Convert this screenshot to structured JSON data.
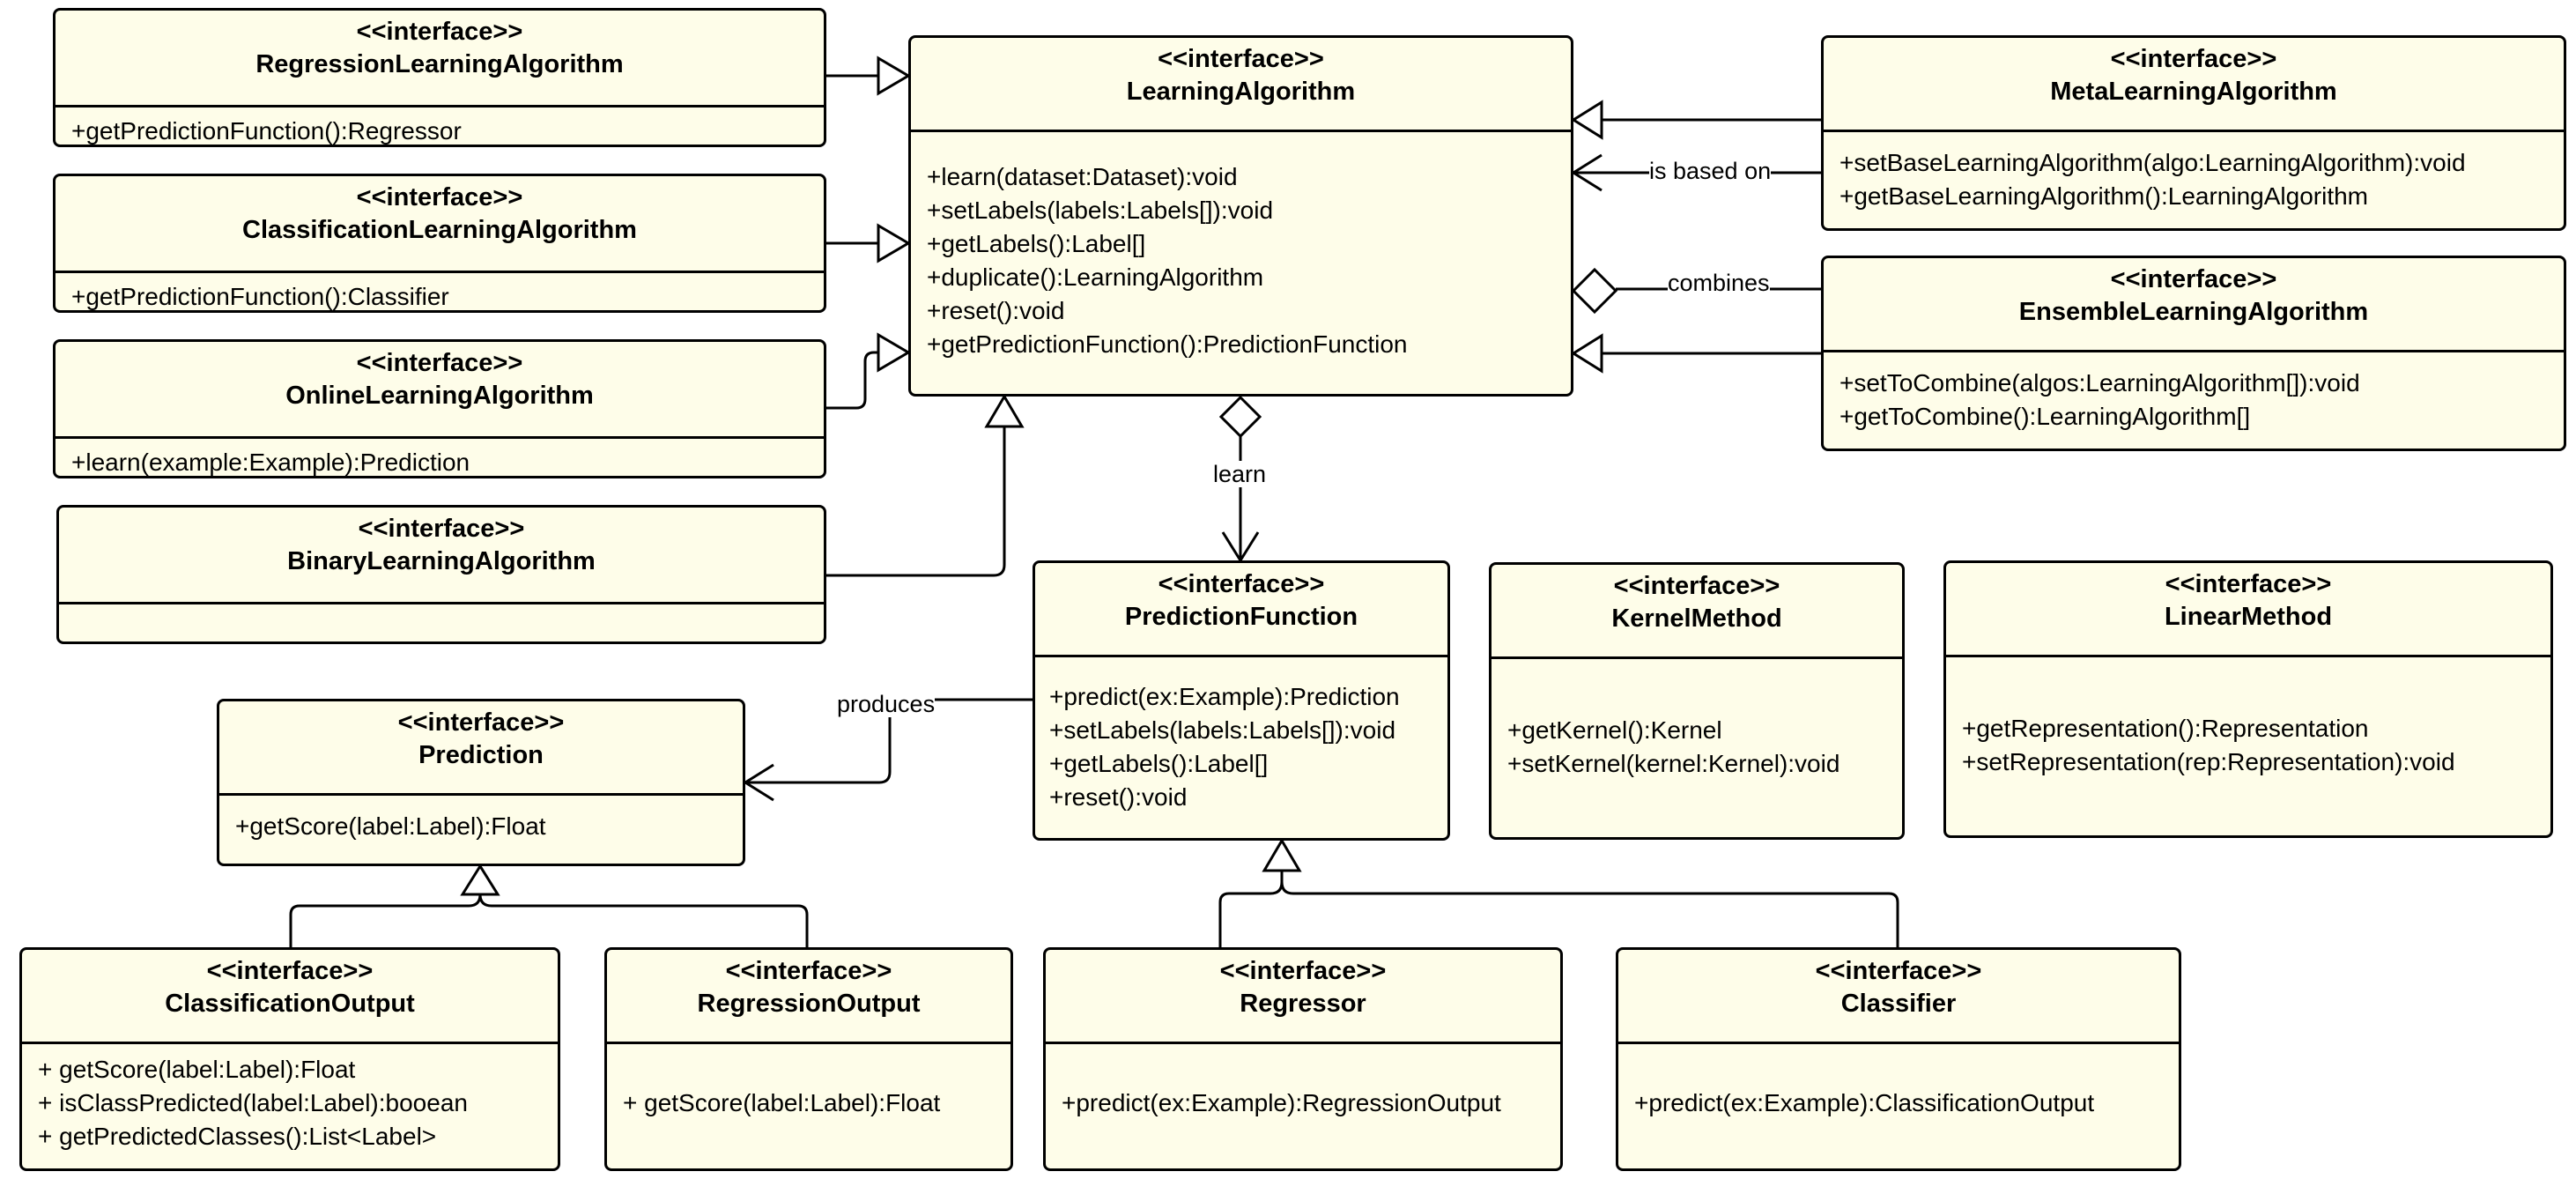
{
  "classes": {
    "regression_learning_algorithm": {
      "stereotype": "<<interface>>",
      "name": "RegressionLearningAlgorithm",
      "members": [
        "+getPredictionFunction():Regressor"
      ]
    },
    "classification_learning_algorithm": {
      "stereotype": "<<interface>>",
      "name": "ClassificationLearningAlgorithm",
      "members": [
        "+getPredictionFunction():Classifier"
      ]
    },
    "online_learning_algorithm": {
      "stereotype": "<<interface>>",
      "name": "OnlineLearningAlgorithm",
      "members": [
        "+learn(example:Example):Prediction"
      ]
    },
    "binary_learning_algorithm": {
      "stereotype": "<<interface>>",
      "name": "BinaryLearningAlgorithm",
      "members": []
    },
    "learning_algorithm": {
      "stereotype": "<<interface>>",
      "name": "LearningAlgorithm",
      "members": [
        "+learn(dataset:Dataset):void",
        "+setLabels(labels:Labels[]):void",
        "+getLabels():Label[]",
        "+duplicate():LearningAlgorithm",
        "+reset():void",
        "+getPredictionFunction():PredictionFunction"
      ]
    },
    "meta_learning_algorithm": {
      "stereotype": "<<interface>>",
      "name": "MetaLearningAlgorithm",
      "members": [
        "+setBaseLearningAlgorithm(algo:LearningAlgorithm):void",
        "+getBaseLearningAlgorithm():LearningAlgorithm"
      ]
    },
    "ensemble_learning_algorithm": {
      "stereotype": "<<interface>>",
      "name": "EnsembleLearningAlgorithm",
      "members": [
        "+setToCombine(algos:LearningAlgorithm[]):void",
        "+getToCombine():LearningAlgorithm[]"
      ]
    },
    "prediction_function": {
      "stereotype": "<<interface>>",
      "name": "PredictionFunction",
      "members": [
        "+predict(ex:Example):Prediction",
        "+setLabels(labels:Labels[]):void",
        "+getLabels():Label[]",
        "+reset():void"
      ]
    },
    "kernel_method": {
      "stereotype": "<<interface>>",
      "name": "KernelMethod",
      "members": [
        "+getKernel():Kernel",
        "+setKernel(kernel:Kernel):void"
      ]
    },
    "linear_method": {
      "stereotype": "<<interface>>",
      "name": "LinearMethod",
      "members": [
        "+getRepresentation():Representation",
        "+setRepresentation(rep:Representation):void"
      ]
    },
    "prediction": {
      "stereotype": "<<interface>>",
      "name": "Prediction",
      "members": [
        "+getScore(label:Label):Float"
      ]
    },
    "classification_output": {
      "stereotype": "<<interface>>",
      "name": "ClassificationOutput",
      "members": [
        "+ getScore(label:Label):Float",
        "+ isClassPredicted(label:Label):booean",
        "+ getPredictedClasses():List<Label>"
      ]
    },
    "regression_output": {
      "stereotype": "<<interface>>",
      "name": "RegressionOutput",
      "members": [
        "+ getScore(label:Label):Float"
      ]
    },
    "regressor": {
      "stereotype": "<<interface>>",
      "name": "Regressor",
      "members": [
        "+predict(ex:Example):RegressionOutput"
      ]
    },
    "classifier": {
      "stereotype": "<<interface>>",
      "name": "Classifier",
      "members": [
        "+predict(ex:Example):ClassificationOutput"
      ]
    }
  },
  "edge_labels": {
    "is_based_on": "is based on",
    "combines": "combines",
    "learn": "learn",
    "produces": "produces"
  }
}
